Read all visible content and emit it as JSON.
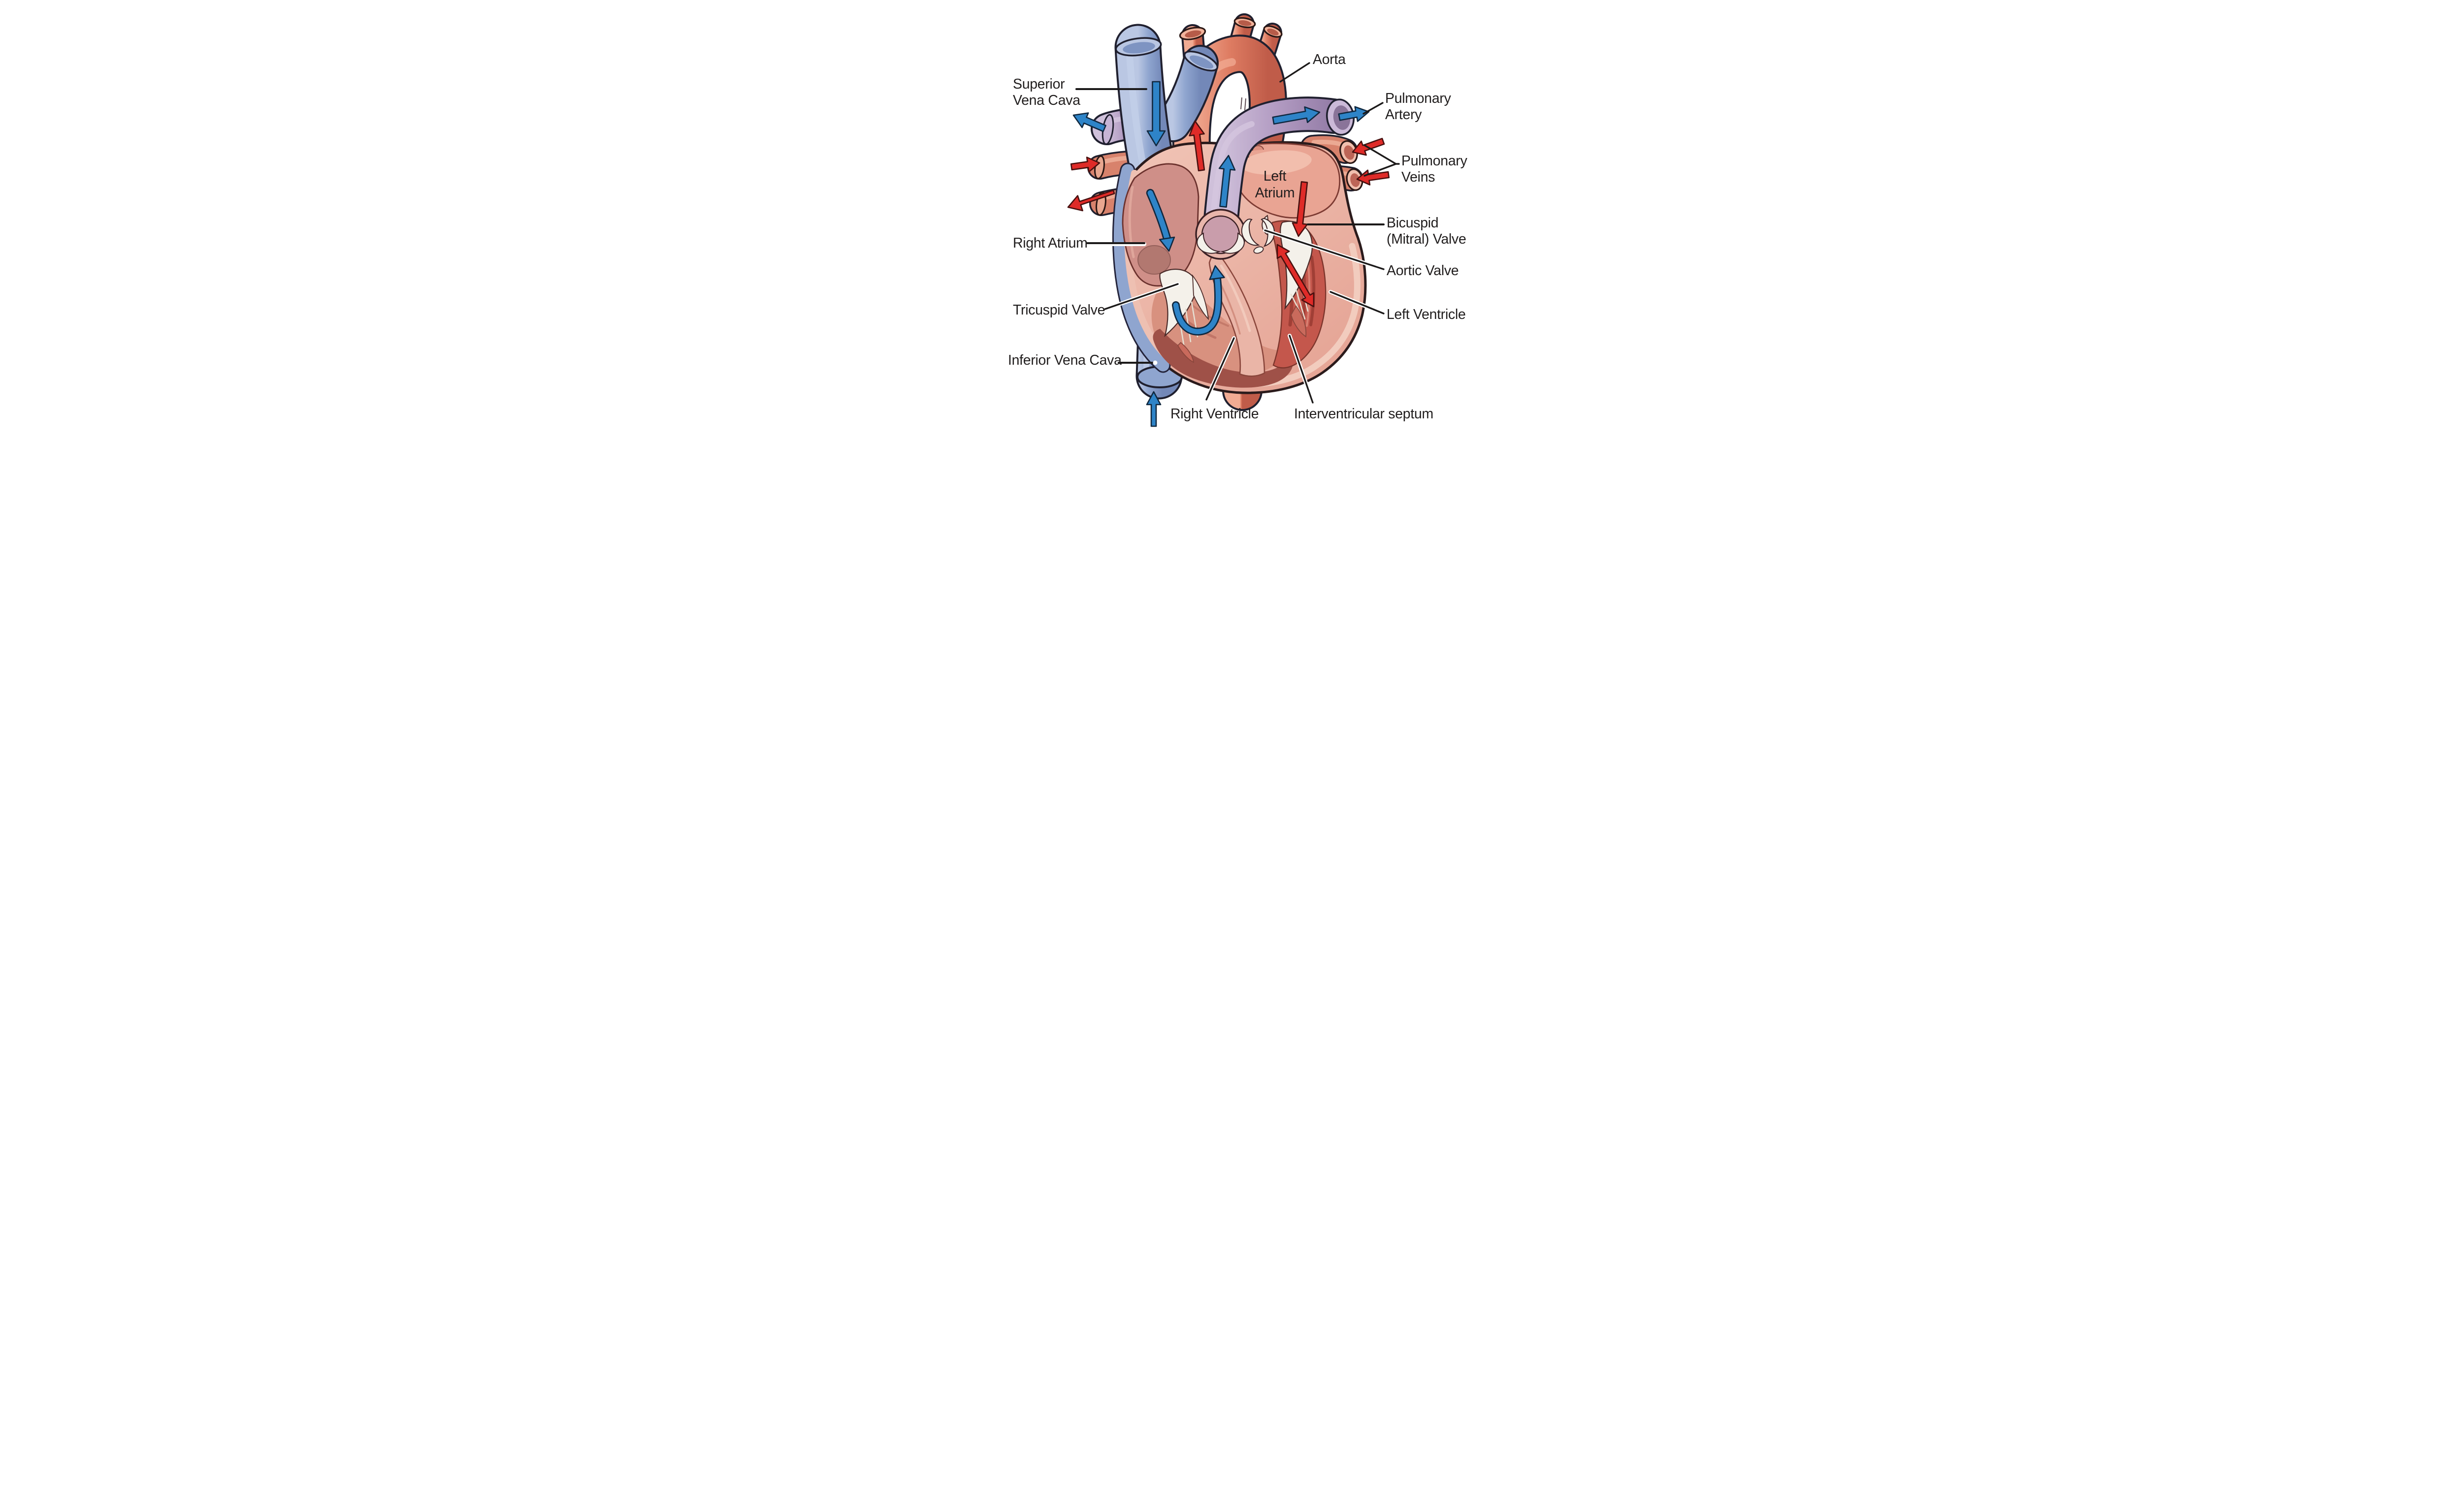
{
  "title": "Human Heart Anatomy Diagram (cutaway with blood-flow arrows)",
  "colors": {
    "background": "#ffffff",
    "label_text": "#211e1e",
    "leader_line": "#1c1a1a",
    "deoxygenated_blood_arrow": "#2e84c8",
    "oxygenated_blood_arrow": "#df2b28",
    "vena_cava_blue": "#8fa5cf",
    "vena_cava_highlight": "#bac7e3",
    "aorta_salmon": "#de7c62",
    "aorta_highlight": "#f1ab93",
    "pulmonary_artery_mauve": "#b29bc2",
    "pulmonary_artery_highlight": "#cfc0da",
    "pulmonary_vein_salmon": "#d8826c",
    "heart_wall_pink": "#eab7a9",
    "heart_wall_light": "#f2cdc0",
    "right_atrium_rose": "#cf8f88",
    "left_atrium_pink": "#e9a493",
    "left_ventricle_red": "#c4574c",
    "right_ventricle_pink": "#d8917f",
    "trabeculae_dark": "#9f5148",
    "septum_pink": "#eab5a7",
    "valve_white": "#f4f1ea"
  },
  "labels": {
    "superior_vena_cava": {
      "lines": [
        "Superior",
        "Vena Cava"
      ]
    },
    "aorta": {
      "lines": [
        "Aorta"
      ]
    },
    "pulmonary_artery": {
      "lines": [
        "Pulmonary",
        "Artery"
      ]
    },
    "pulmonary_veins": {
      "lines": [
        "Pulmonary",
        "Veins"
      ]
    },
    "left_atrium": {
      "lines": [
        "Left",
        "Atrium"
      ]
    },
    "bicuspid_mitral_valve": {
      "lines": [
        "Bicuspid",
        "(Mitral) Valve"
      ]
    },
    "aortic_valve": {
      "lines": [
        "Aortic Valve"
      ]
    },
    "left_ventricle": {
      "lines": [
        "Left Ventricle"
      ]
    },
    "right_atrium": {
      "lines": [
        "Right Atrium"
      ]
    },
    "tricuspid_valve": {
      "lines": [
        "Tricuspid Valve"
      ]
    },
    "inferior_vena_cava": {
      "lines": [
        "Inferior Vena Cava"
      ]
    },
    "right_ventricle": {
      "lines": [
        "Right Ventricle"
      ]
    },
    "interventricular_septum": {
      "lines": [
        "Interventricular septum"
      ]
    }
  },
  "flow_arrows": [
    {
      "name": "svc-flow-arrow",
      "blood": "deoxygenated",
      "direction": "down"
    },
    {
      "name": "left-pulmonary-artery-flow-arrow",
      "blood": "deoxygenated",
      "direction": "up-left"
    },
    {
      "name": "pulmonary-trunk-flow-arrow",
      "blood": "deoxygenated",
      "direction": "up"
    },
    {
      "name": "pulmonary-artery-flow-arrow",
      "blood": "deoxygenated",
      "direction": "right"
    },
    {
      "name": "pulmonary-artery-exit-flow-arrow",
      "blood": "deoxygenated",
      "direction": "right"
    },
    {
      "name": "right-atrium-flow-arrow",
      "blood": "deoxygenated",
      "direction": "down"
    },
    {
      "name": "right-ventricle-flow-arrow",
      "blood": "deoxygenated",
      "direction": "up-curved"
    },
    {
      "name": "ivc-flow-arrow",
      "blood": "deoxygenated",
      "direction": "up"
    },
    {
      "name": "aorta-flow-arrow",
      "blood": "oxygenated",
      "direction": "up"
    },
    {
      "name": "left-pulmonary-vein-in-flow-arrow",
      "blood": "oxygenated",
      "direction": "right"
    },
    {
      "name": "left-pulmonary-vein-out-flow-arrow",
      "blood": "oxygenated",
      "direction": "down-left"
    },
    {
      "name": "right-pulmonary-vein-upper-flow-arrow",
      "blood": "oxygenated",
      "direction": "down-left"
    },
    {
      "name": "right-pulmonary-vein-lower-flow-arrow",
      "blood": "oxygenated",
      "direction": "left"
    },
    {
      "name": "left-atrium-mitral-flow-arrow",
      "blood": "oxygenated",
      "direction": "down"
    },
    {
      "name": "left-ventricle-flow-arrow",
      "blood": "oxygenated",
      "direction": "double-diagonal"
    }
  ]
}
